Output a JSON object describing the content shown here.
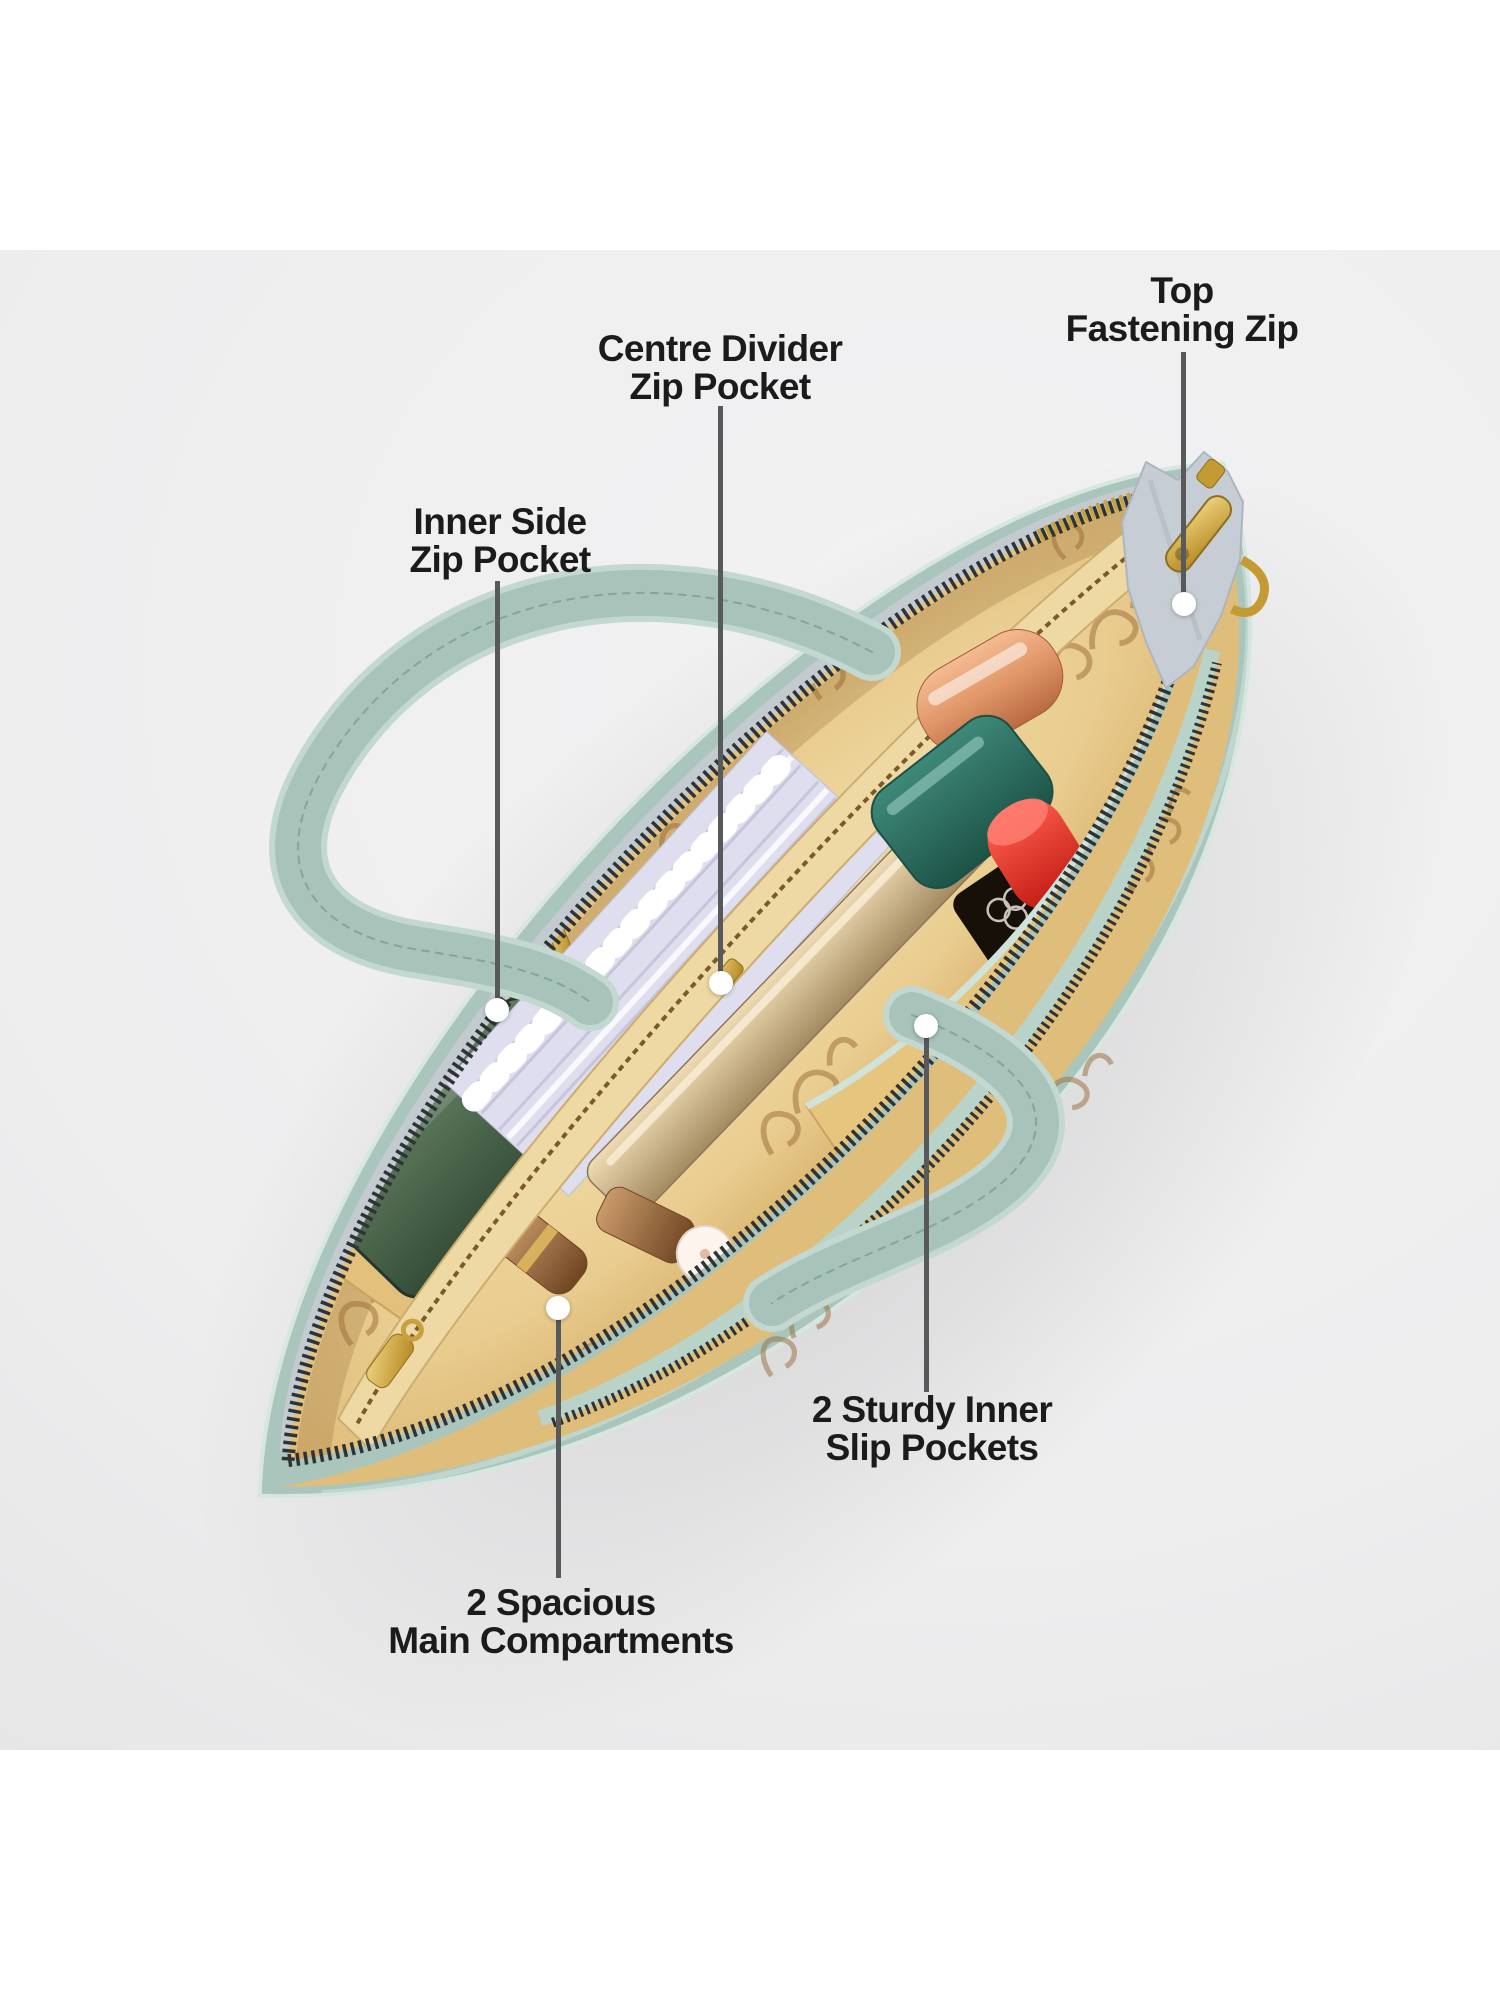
{
  "scene": {
    "description": "Top-down product photo of an open mint-green tote bag with interior contents, annotated with five feature callouts",
    "background_color": "#eeeeef",
    "top_band_color": "#ffffff",
    "bottom_band_color": "#ffffff"
  },
  "callouts": [
    {
      "id": "top-fastening-zip",
      "line1": "Top",
      "line2": "Fastening Zip"
    },
    {
      "id": "centre-divider-zip-pocket",
      "line1": "Centre Divider",
      "line2": "Zip Pocket"
    },
    {
      "id": "inner-side-zip-pocket",
      "line1": "Inner Side",
      "line2": "Zip Pocket"
    },
    {
      "id": "sturdy-inner-slip-pockets",
      "line1": "2 Sturdy Inner",
      "line2": "Slip Pockets"
    },
    {
      "id": "spacious-main-compartments",
      "line1": "2 Spacious",
      "line2": "Main Compartments"
    }
  ],
  "colors": {
    "bag_mint": "#aac6bc",
    "bag_mint_light": "#cbdfd8",
    "lining_beige": "#e9cc8f",
    "lining_print_brown": "#9a6a38",
    "hardware_gold": "#c8a13e",
    "zipper_teeth": "#2e3336",
    "zip_tape_gray": "#c3cbd1",
    "callout_line": "#58595b",
    "label_text": "#1b1b1b"
  }
}
